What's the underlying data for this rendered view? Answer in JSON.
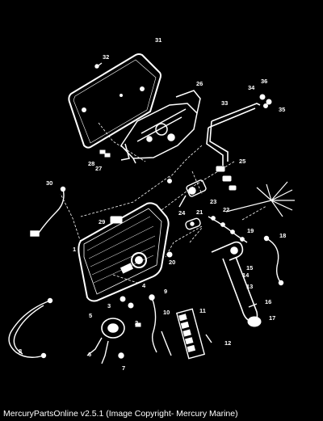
{
  "diagram": {
    "callouts": [
      "1",
      "2",
      "3",
      "4",
      "5",
      "6",
      "7",
      "8",
      "9",
      "10",
      "11",
      "12",
      "13",
      "14",
      "15",
      "16",
      "17",
      "18",
      "19",
      "20",
      "21",
      "22",
      "23",
      "24",
      "25",
      "26",
      "27",
      "28",
      "29",
      "30",
      "31",
      "32",
      "33",
      "34",
      "35",
      "36"
    ]
  },
  "caption": "MercuryPartsOnline v2.5.1 (Image Copyright- Mercury Marine)"
}
